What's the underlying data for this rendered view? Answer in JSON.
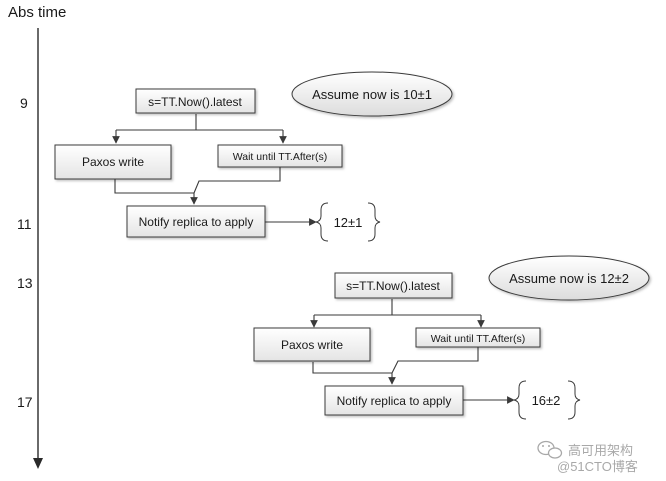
{
  "axis": {
    "title": "Abs time",
    "ticks": [
      "9",
      "11",
      "13",
      "17"
    ]
  },
  "scenarios": [
    {
      "timestamp_label": "s=TT.Now().latest",
      "assumption": "Assume now is 10±1",
      "paxos_label": "Paxos write",
      "wait_label": "Wait until TT.After(s)",
      "notify_label": "Notify replica to apply",
      "result": "12±1"
    },
    {
      "timestamp_label": "s=TT.Now().latest",
      "assumption": "Assume now is 12±2",
      "paxos_label": "Paxos write",
      "wait_label": "Wait until TT.After(s)",
      "notify_label": "Notify replica to apply",
      "result": "16±2"
    }
  ],
  "watermark": {
    "line1": "高可用架构",
    "line2": "@51CTO博客"
  },
  "colors": {
    "box_fill_top": "#ffffff",
    "box_fill_bottom": "#e6e6e6",
    "stroke": "#3a3a3a",
    "watermark": "#9a9a9a"
  }
}
